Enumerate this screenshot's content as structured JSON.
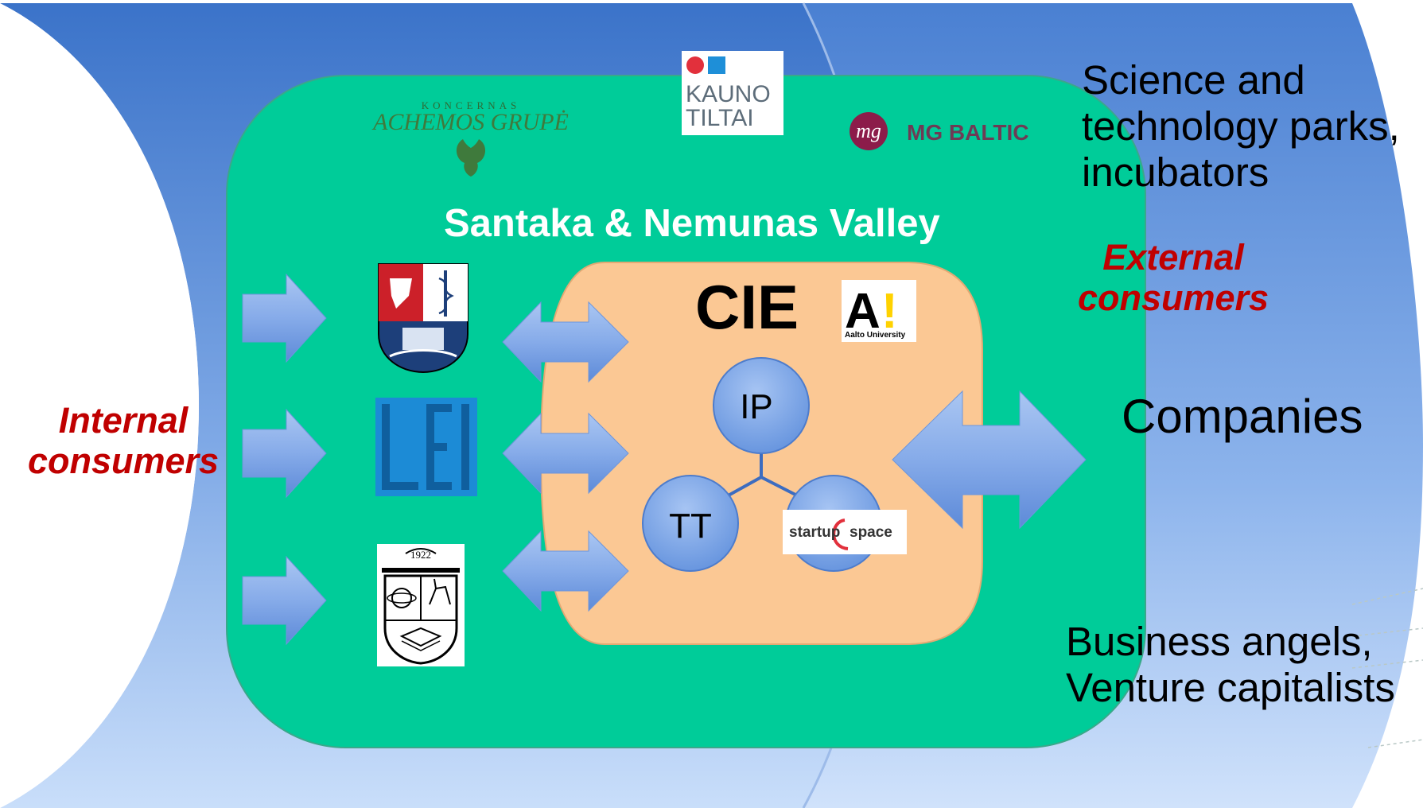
{
  "colors": {
    "background": "#ffffff",
    "outer_band_top": "#3f77cc",
    "outer_band_bottom": "#c6dcf8",
    "valley_green": "#00cc99",
    "cie_peach": "#fbc894",
    "node_blue": "#7ea9ea",
    "arrow_blue": "#8fb2ec",
    "consumer_red": "#c00000",
    "valley_title_white": "#ffffff"
  },
  "diagram": {
    "valley_title": "Santaka & Nemunas Valley",
    "cie_title": "CIE",
    "right_top_lines": [
      "Science and",
      "technology parks,",
      "incubators"
    ],
    "external_consumers_lines": [
      "External",
      "consumers"
    ],
    "companies": "Companies",
    "right_bottom_lines": [
      "Business angels,",
      "Venture capitalists"
    ],
    "internal_consumers_lines": [
      "Internal",
      "consumers"
    ],
    "nodes": {
      "ip": "IP",
      "tt": "TT"
    }
  },
  "logos": {
    "achemos": {
      "top": "KONCERNAS",
      "main": "ACHEMOS GRUPĖ"
    },
    "kauno_tiltai": {
      "line1": "KAUNO",
      "line2": "TILTAI"
    },
    "mg_baltic": {
      "mark": "mg",
      "name": "MG BALTIC"
    },
    "aalto": {
      "mark": "A",
      "bang": "!",
      "name": "Aalto University"
    },
    "startup_space": {
      "left": "startup",
      "right": "space"
    },
    "lsmu": {
      "icon": "lsmu-crest-icon"
    },
    "lei": {
      "icon": "lei-logo-icon"
    },
    "ktu": {
      "year": "1922",
      "icon": "ktu-crest-icon"
    }
  }
}
